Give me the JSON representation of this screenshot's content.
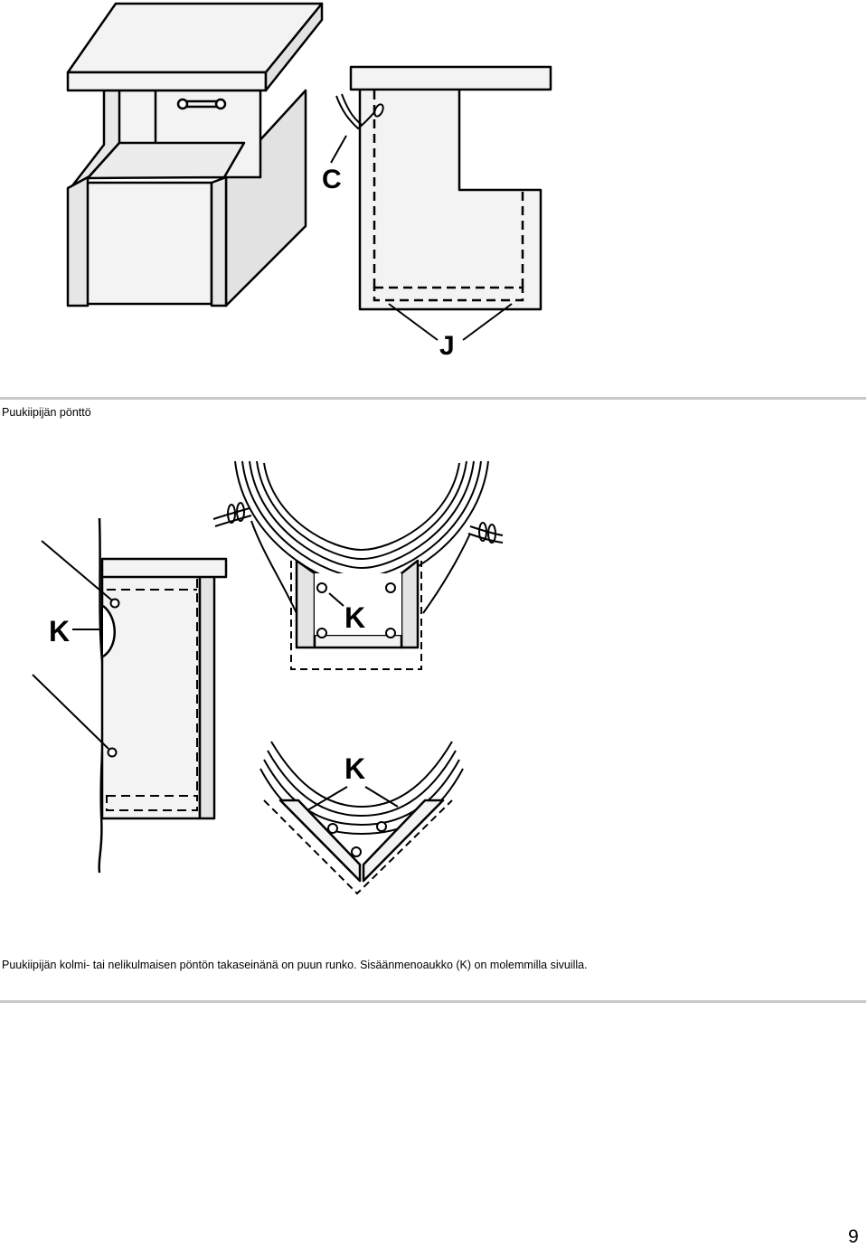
{
  "figure1": {
    "label_c": "C",
    "label_j": "J"
  },
  "section1": {
    "caption": "Puukiipijän pönttö"
  },
  "figure2": {
    "label_k_side": "K",
    "label_k_square": "K",
    "label_k_triangle": "K"
  },
  "section2": {
    "caption": "Puukiipijän kolmi- tai nelikulmaisen pöntön takaseinänä on puun runko. Sisäänmenoaukko (K) on molemmilla sivuilla."
  },
  "footer": {
    "page_number": "9"
  },
  "colors": {
    "board_fill": "#f3f3f3",
    "side_fill": "#e4e4e4",
    "line": "#000000",
    "rule": "#c9c9c9"
  }
}
